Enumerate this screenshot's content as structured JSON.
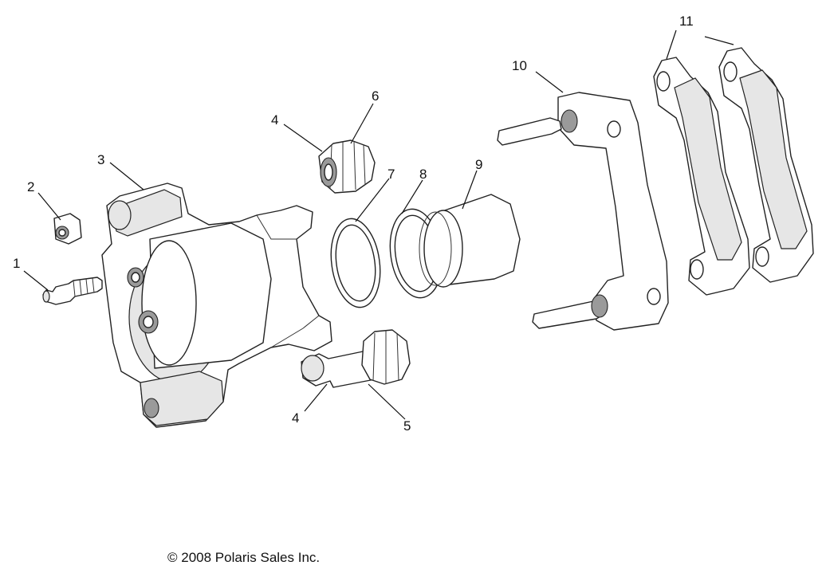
{
  "diagram": {
    "callouts": {
      "c1": "1",
      "c2": "2",
      "c3": "3",
      "c4a": "4",
      "c4b": "4",
      "c5": "5",
      "c6": "6",
      "c7": "7",
      "c8": "8",
      "c9": "9",
      "c10": "10",
      "c11": "11"
    },
    "copyright": "© 2008 Polaris Sales Inc."
  }
}
